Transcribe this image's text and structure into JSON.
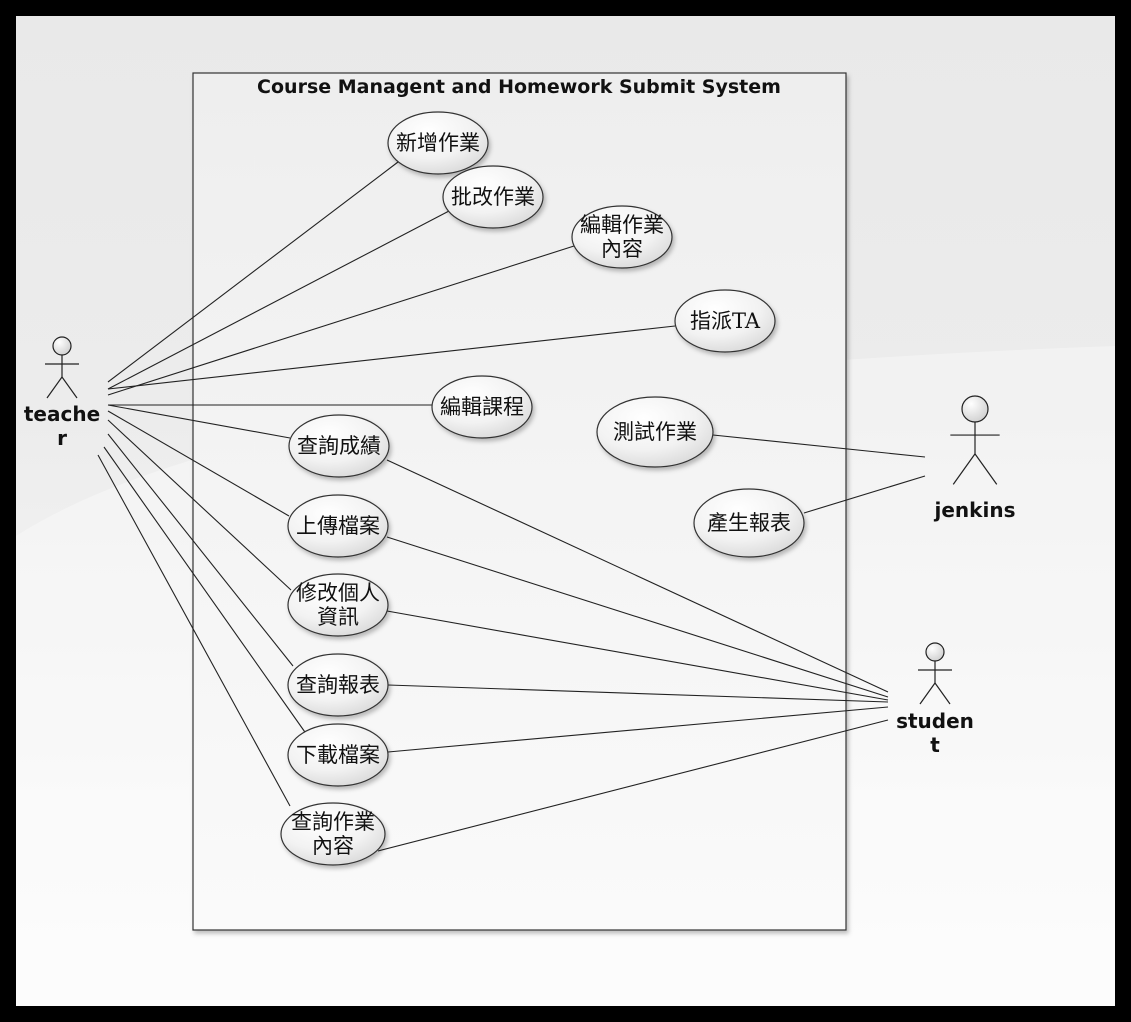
{
  "system": {
    "title": "Course Managent and Homework Submit System"
  },
  "actors": {
    "teacher": {
      "label_lines": [
        "teache",
        "r"
      ]
    },
    "jenkins": {
      "label_lines": [
        "jenkins"
      ]
    },
    "student": {
      "label_lines": [
        "studen",
        "t"
      ]
    }
  },
  "use_cases": {
    "add_homework": {
      "lines": [
        "新增作業"
      ]
    },
    "grade_homework": {
      "lines": [
        "批改作業"
      ]
    },
    "edit_homework_content": {
      "lines": [
        "編輯作業",
        "內容"
      ]
    },
    "assign_ta": {
      "lines": [
        "指派TA"
      ]
    },
    "edit_course": {
      "lines": [
        "編輯課程"
      ]
    },
    "test_homework": {
      "lines": [
        "測試作業"
      ]
    },
    "query_grades": {
      "lines": [
        "查詢成績"
      ]
    },
    "generate_report": {
      "lines": [
        "產生報表"
      ]
    },
    "upload_file": {
      "lines": [
        "上傳檔案"
      ]
    },
    "edit_profile": {
      "lines": [
        "修改個人",
        "資訊"
      ]
    },
    "query_report": {
      "lines": [
        "查詢報表"
      ]
    },
    "download_file": {
      "lines": [
        "下載檔案"
      ]
    },
    "query_homework_content": {
      "lines": [
        "查詢作業",
        "內容"
      ]
    }
  },
  "associations": [
    {
      "actor": "teacher",
      "use_case": "add_homework"
    },
    {
      "actor": "teacher",
      "use_case": "grade_homework"
    },
    {
      "actor": "teacher",
      "use_case": "edit_homework_content"
    },
    {
      "actor": "teacher",
      "use_case": "assign_ta"
    },
    {
      "actor": "teacher",
      "use_case": "edit_course"
    },
    {
      "actor": "teacher",
      "use_case": "query_grades"
    },
    {
      "actor": "teacher",
      "use_case": "upload_file"
    },
    {
      "actor": "teacher",
      "use_case": "edit_profile"
    },
    {
      "actor": "teacher",
      "use_case": "query_report"
    },
    {
      "actor": "teacher",
      "use_case": "download_file"
    },
    {
      "actor": "teacher",
      "use_case": "query_homework_content"
    },
    {
      "actor": "jenkins",
      "use_case": "test_homework"
    },
    {
      "actor": "jenkins",
      "use_case": "generate_report"
    },
    {
      "actor": "student",
      "use_case": "query_grades"
    },
    {
      "actor": "student",
      "use_case": "upload_file"
    },
    {
      "actor": "student",
      "use_case": "edit_profile"
    },
    {
      "actor": "student",
      "use_case": "query_report"
    },
    {
      "actor": "student",
      "use_case": "download_file"
    },
    {
      "actor": "student",
      "use_case": "query_homework_content"
    }
  ],
  "colors": {
    "frame": "#000000",
    "boundary_stroke": "#333333",
    "line": "#222222"
  }
}
